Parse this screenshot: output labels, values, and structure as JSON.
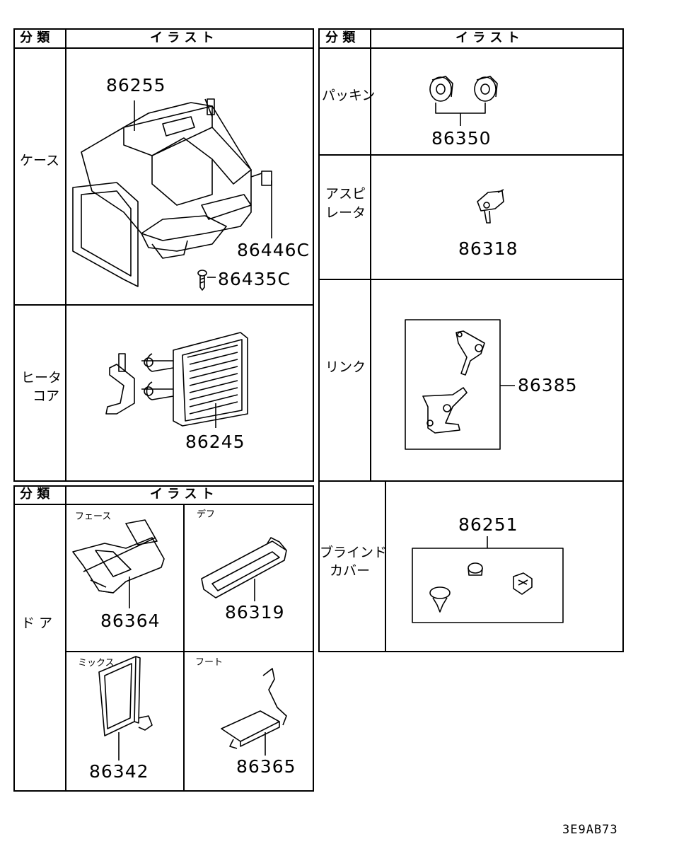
{
  "headers": {
    "left_top": {
      "category": "分 類",
      "illustration": "イ ラ ス ト"
    },
    "right_top": {
      "category": "分 類",
      "illustration": "イ ラ ス ト"
    },
    "left_bottom": {
      "category": "分 類",
      "illustration": "イ ラ ス ト"
    }
  },
  "left_table": {
    "case": {
      "category": "ケース",
      "parts": [
        "86255",
        "86446C",
        "86435C"
      ]
    },
    "heater_core": {
      "category_line1": "ヒータ",
      "category_line2": "コア",
      "parts": [
        "86245"
      ]
    }
  },
  "right_table": {
    "packing": {
      "category": "パッキン",
      "parts": [
        "86350"
      ]
    },
    "aspirator": {
      "category_line1": "アスピ",
      "category_line2": "レータ",
      "parts": [
        "86318"
      ]
    },
    "link": {
      "category": "リンク",
      "parts": [
        "86385"
      ]
    },
    "blind_cover": {
      "category_line1": "ブラインド",
      "category_line2": "カバー",
      "parts": [
        "86251"
      ]
    }
  },
  "door_table": {
    "category": "ド ア",
    "cells": [
      {
        "label": "フェース",
        "part": "86364"
      },
      {
        "label": "デフ",
        "part": "86319"
      },
      {
        "label": "ミックス",
        "part": "86342"
      },
      {
        "label": "フート",
        "part": "86365"
      }
    ]
  },
  "figure_code": "3E9AB73"
}
